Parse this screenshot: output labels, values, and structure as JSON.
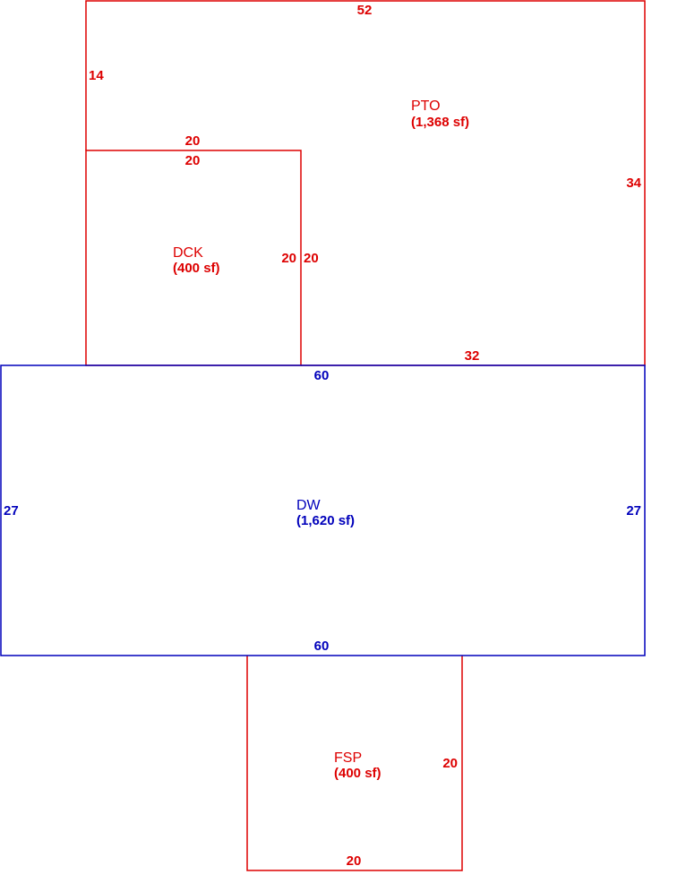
{
  "colors": {
    "outbuilding": "#dd0000",
    "dwelling": "#0000bb"
  },
  "areas": {
    "pto": {
      "name": "PTO",
      "size": "(1,368 sf)",
      "dims": {
        "top": "52",
        "left_upper": "14",
        "right": "34",
        "bottom": "32"
      }
    },
    "dck": {
      "name": "DCK",
      "size": "(400 sf)",
      "dims": {
        "top_outer": "20",
        "top_inner": "20",
        "right_inner": "20",
        "right_outer": "20"
      }
    },
    "dw": {
      "name": "DW",
      "size": "(1,620 sf)",
      "dims": {
        "top": "60",
        "left": "27",
        "right": "27",
        "bottom": "60"
      }
    },
    "fsp": {
      "name": "FSP",
      "size": "(400 sf)",
      "dims": {
        "right": "20",
        "bottom": "20"
      }
    }
  }
}
